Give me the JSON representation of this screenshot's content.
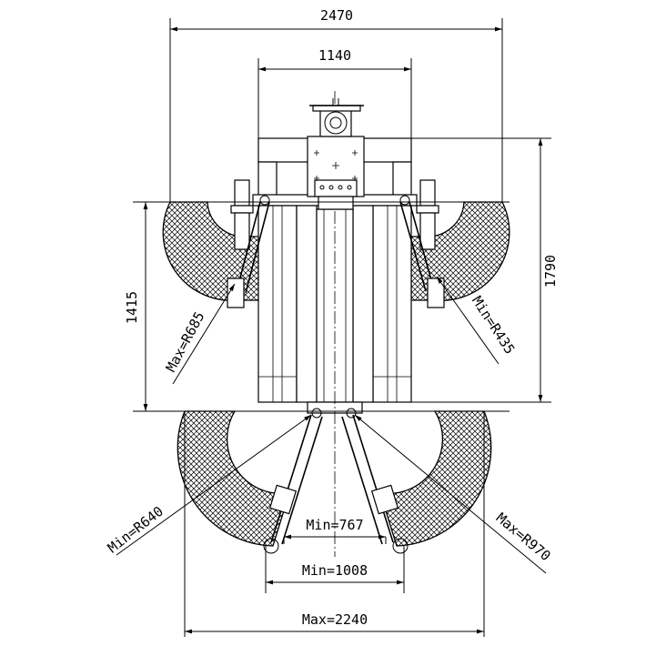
{
  "dimensions": {
    "overall_width": "2470",
    "column_spacing": "1140",
    "total_height": "1790",
    "column_height": "1415",
    "front_min_spread": "Min=767",
    "front_mid_spread": "Min=1008",
    "front_max_spread": "Max=2240"
  },
  "radii": {
    "rear_max": "Max=R685",
    "rear_min": "Min=R435",
    "front_min": "Min=R640",
    "front_max": "Max=R970"
  }
}
